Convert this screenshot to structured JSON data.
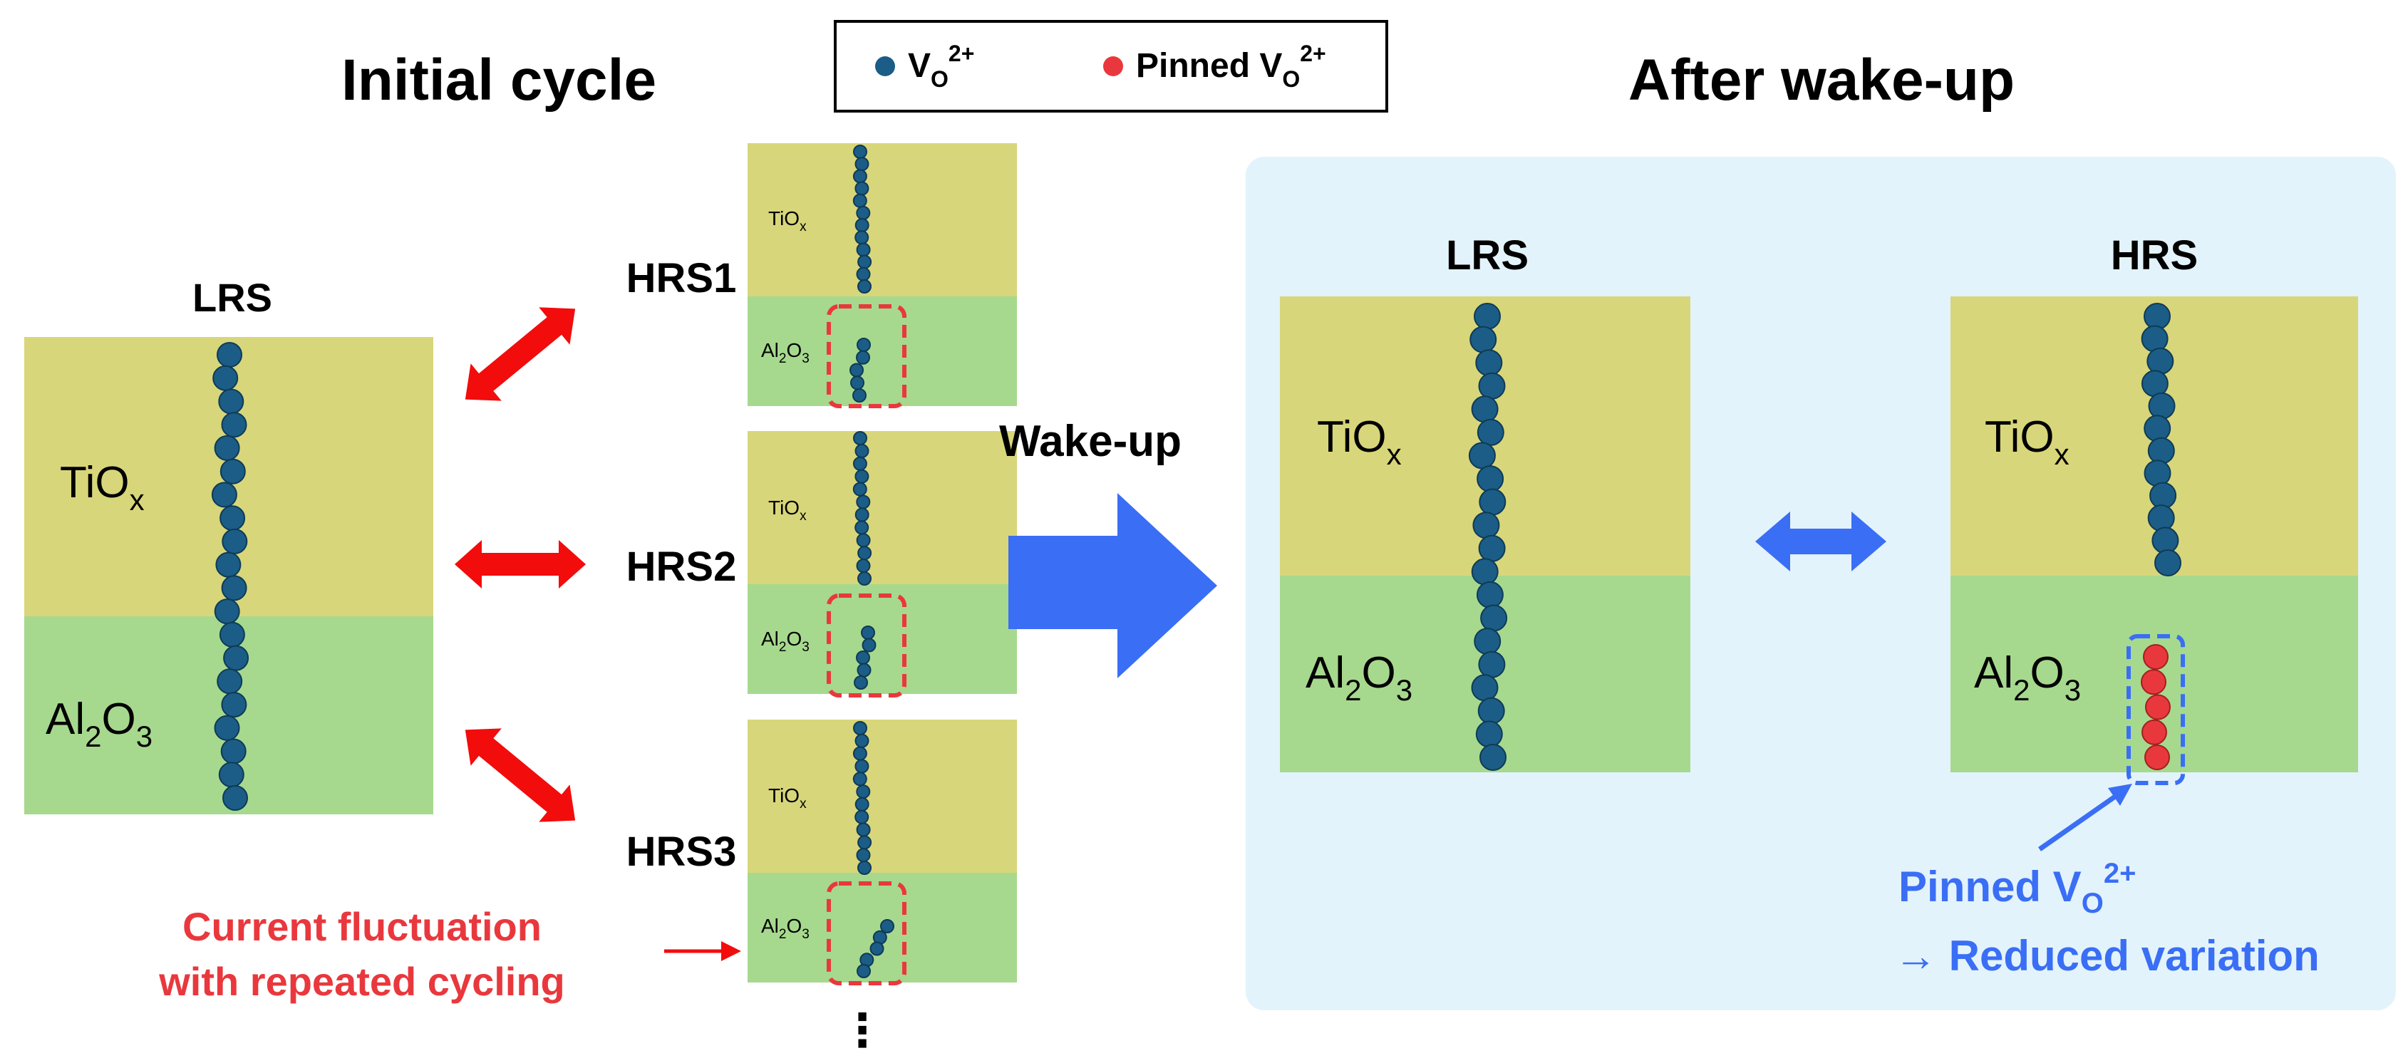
{
  "colors": {
    "tiox": "#d8d67a",
    "al2o3": "#a6d98e",
    "vacancy": "#1b5d86",
    "pinned": "#e9383d",
    "red_arrow": "#f20c0c",
    "blue_arrow": "#3a6ef5",
    "panel_bg": "#e3f3fb",
    "dash_red": "#e9383d",
    "dash_blue": "#3a6ef5",
    "blue_text": "#3a6ef5",
    "red_text": "#e9383d"
  },
  "legend": {
    "vo_base": "V",
    "vo_sub": "O",
    "vo_sup": "2+",
    "pinned_prefix": "Pinned V",
    "pinned_sub": "O",
    "pinned_sup": "2+"
  },
  "titles": {
    "initial": "Initial cycle",
    "after": "After wake-up"
  },
  "left": {
    "lrs_label": "LRS",
    "tiox_main": "TiO",
    "tiox_sub": "x",
    "al_main": "Al",
    "al_sub1": "2",
    "al_o": "O",
    "al_sub2": "3"
  },
  "hrs": {
    "labels": [
      "HRS1",
      "HRS2",
      "HRS3"
    ],
    "ellipsis": "⋮"
  },
  "wakeup_label": "Wake-up",
  "right": {
    "lrs_label": "LRS",
    "hrs_label": "HRS",
    "pinned_prefix": "Pinned V",
    "pinned_sub": "O",
    "pinned_sup": "2+",
    "reduced": "→ Reduced variation"
  },
  "fluctuation": {
    "line1": "Current fluctuation",
    "line2": "with repeated cycling"
  }
}
